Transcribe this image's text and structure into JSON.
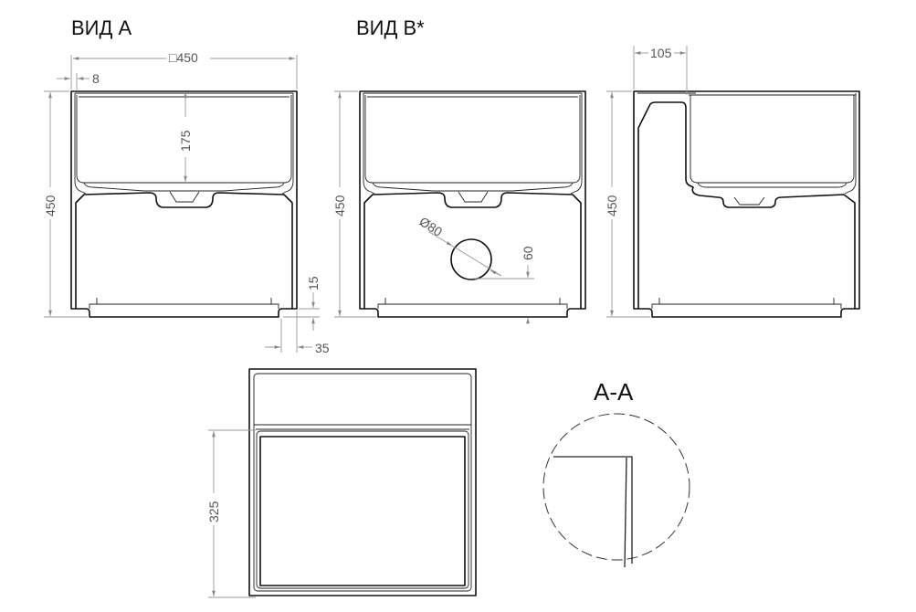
{
  "views": {
    "view_a": {
      "title": "ВИД A",
      "dims": {
        "width": "□450",
        "wall": "8",
        "depth": "175",
        "height": "450",
        "foot_height": "15",
        "foot_offset": "35"
      }
    },
    "view_b": {
      "title": "ВИД B*",
      "dims": {
        "height": "450",
        "drain_diameter": "Ø80",
        "drain_height": "60"
      }
    },
    "side_view": {
      "dims": {
        "back_width": "105",
        "height": "450"
      }
    },
    "top_view": {
      "dims": {
        "basin_depth": "325"
      }
    },
    "section": {
      "title": "A-A"
    }
  }
}
